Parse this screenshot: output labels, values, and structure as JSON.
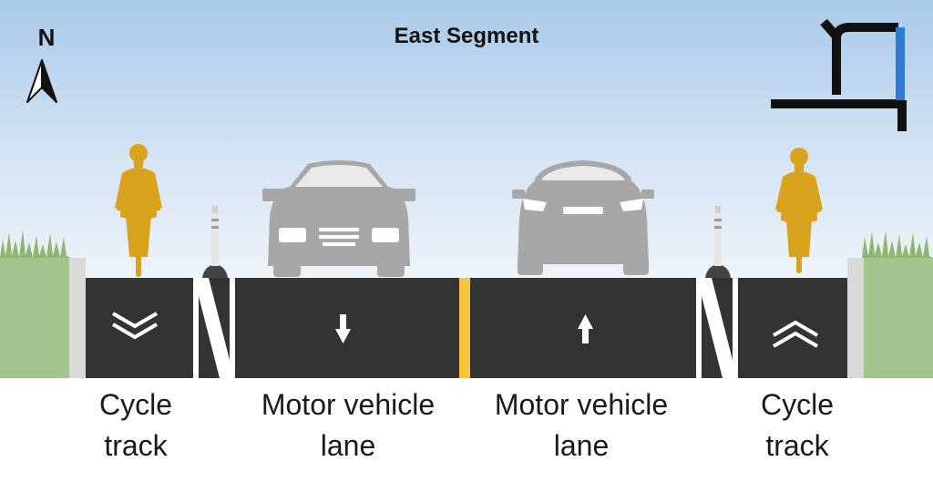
{
  "title": "East Segment",
  "north_label": "N",
  "lanes": [
    {
      "line1": "Cycle",
      "line2": "track",
      "direction": "down"
    },
    {
      "line1": "Motor vehicle",
      "line2": "lane",
      "direction": "down"
    },
    {
      "line1": "Motor vehicle",
      "line2": "lane",
      "direction": "up"
    },
    {
      "line1": "Cycle",
      "line2": "track",
      "direction": "up"
    }
  ],
  "colors": {
    "sky_top": "#a9c9ea",
    "sky_bottom": "#eef3f9",
    "grass": "#a3c48a",
    "asphalt": "#333333",
    "center_line": "#f5c542",
    "cyclist": "#d9a21c",
    "car": "#a7a7a7",
    "highlight": "#2f7bd1"
  },
  "icons": [
    "north-arrow-icon",
    "key-map-icon",
    "cyclist-icon",
    "car-front-icon",
    "car-rear-icon",
    "bollard-icon",
    "chevron-down-icon",
    "chevron-up-icon",
    "arrow-down-icon",
    "arrow-up-icon"
  ]
}
